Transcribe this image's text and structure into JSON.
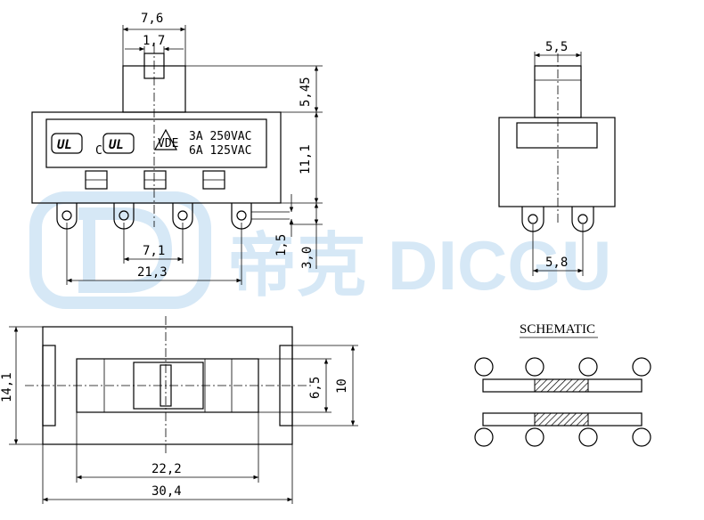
{
  "watermark": {
    "brand_cn": "帝克",
    "brand_latin": "DICGU"
  },
  "front_view": {
    "rating_line1": "3A 250VAC",
    "rating_line2": "6A 125VAC",
    "cert_c": "C",
    "cert_ul": "UL",
    "cert_vde": "VDE",
    "dim_actuator_width": "7,6",
    "dim_actuator_slot": "1,7",
    "dim_actuator_height": "5,45",
    "dim_body_height": "11,1",
    "dim_pin_pitch": "7,1",
    "dim_pin_span": "21,3",
    "dim_pin_1": "1,5",
    "dim_pin_2": "3,0"
  },
  "side_view": {
    "dim_top": "5,5",
    "dim_pins": "5,8"
  },
  "top_view": {
    "dim_height": "14,1",
    "dim_inner": "6,5",
    "dim_outer": "10",
    "dim_slot_length": "22,2",
    "dim_total_length": "30,4"
  },
  "schematic": {
    "title": "SCHEMATIC"
  }
}
